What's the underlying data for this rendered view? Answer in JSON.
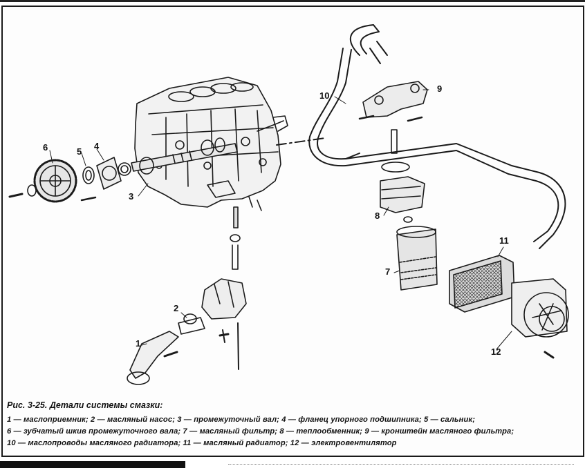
{
  "figure": {
    "caption_title": "Рис. 3-25. Детали системы смазки:",
    "legend_lines": [
      "1 — маслоприемник;  2 — масляный  насос;  3 — промежуточный  вал;  4 — фланец  упорного  подшипника;  5 — сальник;",
      "6 — зубчатый шкив промежуточного вала; 7 — масляный фильтр; 8 — теплообменник; 9 — кронштейн масляного фильтра;",
      "10 — маслопроводы масляного радиатора; 11 — масляный радиатор; 12 — электровентилятор"
    ]
  },
  "callouts": {
    "c1": "1",
    "c2": "2",
    "c3": "3",
    "c4": "4",
    "c5": "5",
    "c6": "6",
    "c7": "7",
    "c8": "8",
    "c9": "9",
    "c10": "10",
    "c11": "11",
    "c12": "12"
  }
}
